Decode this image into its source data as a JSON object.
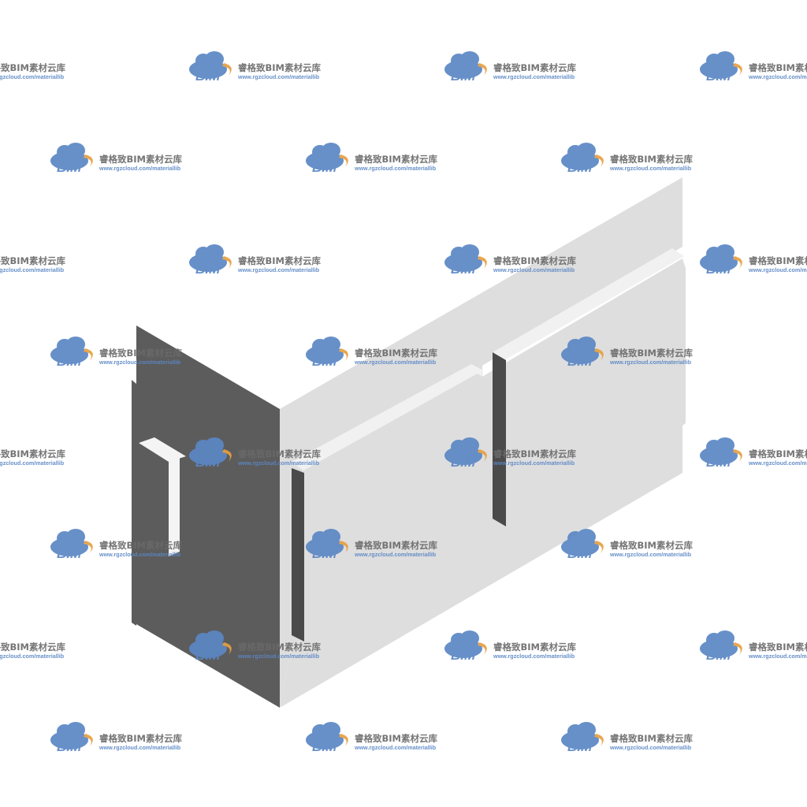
{
  "model": {
    "colors": {
      "front_face": "#dedede",
      "top_face": "#f1f1f1",
      "side_face": "#5c5c5c",
      "slot_shadow": "#4a4a4a",
      "slot_light": "#f4f4f4"
    }
  },
  "watermark": {
    "brand": "BIM",
    "title": "睿格致BIM素材云库",
    "url": "www.rgzcloud.com/materiallib",
    "icon": "cloud-icon",
    "colors": {
      "cloud": "#5b87c5",
      "accent": "#e8a040",
      "text": "#6a6a6a",
      "bim_text": "#ffffff"
    }
  }
}
